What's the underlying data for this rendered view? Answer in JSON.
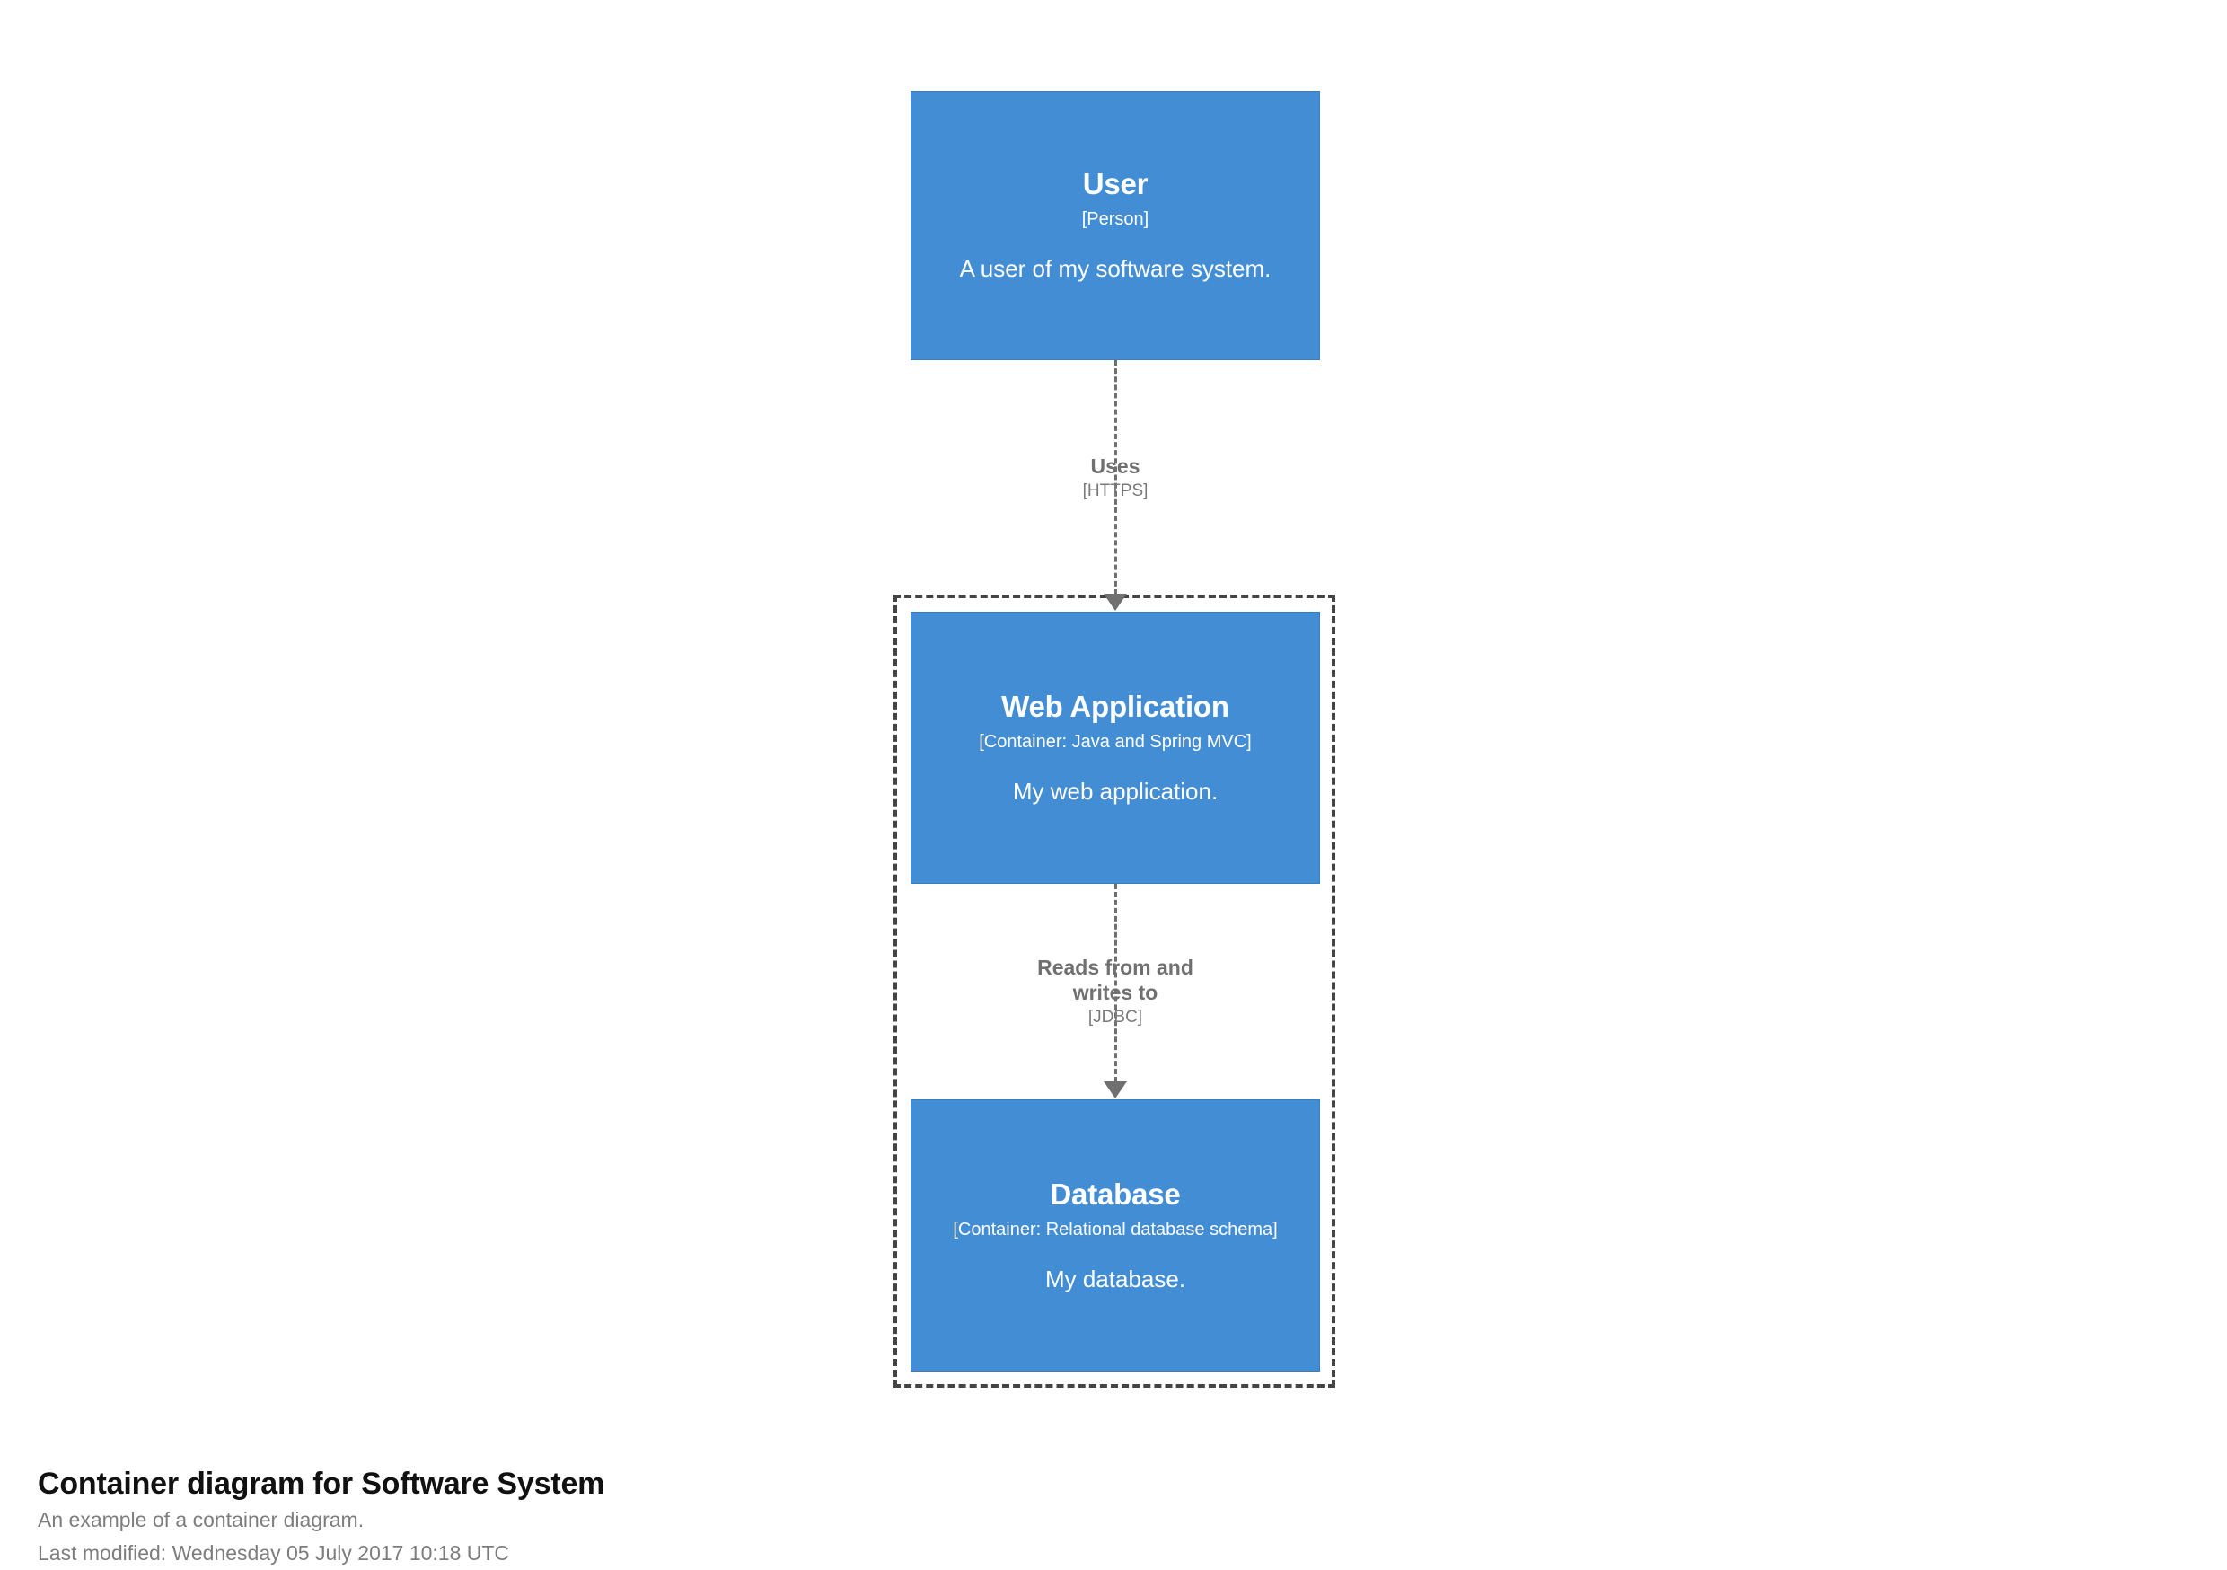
{
  "diagram": {
    "kind": "c4-container-diagram",
    "colors": {
      "element_fill": "#438DD5",
      "element_border": "#3C7FC0",
      "element_text": "#FFFFFF",
      "relationship": "#707070",
      "boundary_border": "#444444",
      "background": "#FFFFFF",
      "caption_title": "#111111",
      "caption_sub": "#7D7D7D"
    },
    "boundary": {
      "style": "dashed",
      "label": ""
    },
    "elements": [
      {
        "id": "user",
        "name": "User",
        "technology": "[Person]",
        "description": "A user of my software system.",
        "inside_boundary": false
      },
      {
        "id": "web-application",
        "name": "Web Application",
        "technology": "[Container: Java and Spring MVC]",
        "description": "My web application.",
        "inside_boundary": true
      },
      {
        "id": "database",
        "name": "Database",
        "technology": "[Container: Relational database schema]",
        "description": "My database.",
        "inside_boundary": true
      }
    ],
    "relationships": [
      {
        "id": "uses",
        "source": "user",
        "destination": "web-application",
        "description": "Uses",
        "technology": "[HTTPS]",
        "line_style": "dashed",
        "direction": "down"
      },
      {
        "id": "reads-writes",
        "source": "web-application",
        "destination": "database",
        "description": "Reads from and\nwrites to",
        "technology": "[JDBC]",
        "line_style": "dashed",
        "direction": "down"
      }
    ]
  },
  "caption": {
    "title": "Container diagram for Software System",
    "description": "An example of a container diagram.",
    "last_modified": "Last modified: Wednesday 05 July 2017 10:18 UTC"
  }
}
